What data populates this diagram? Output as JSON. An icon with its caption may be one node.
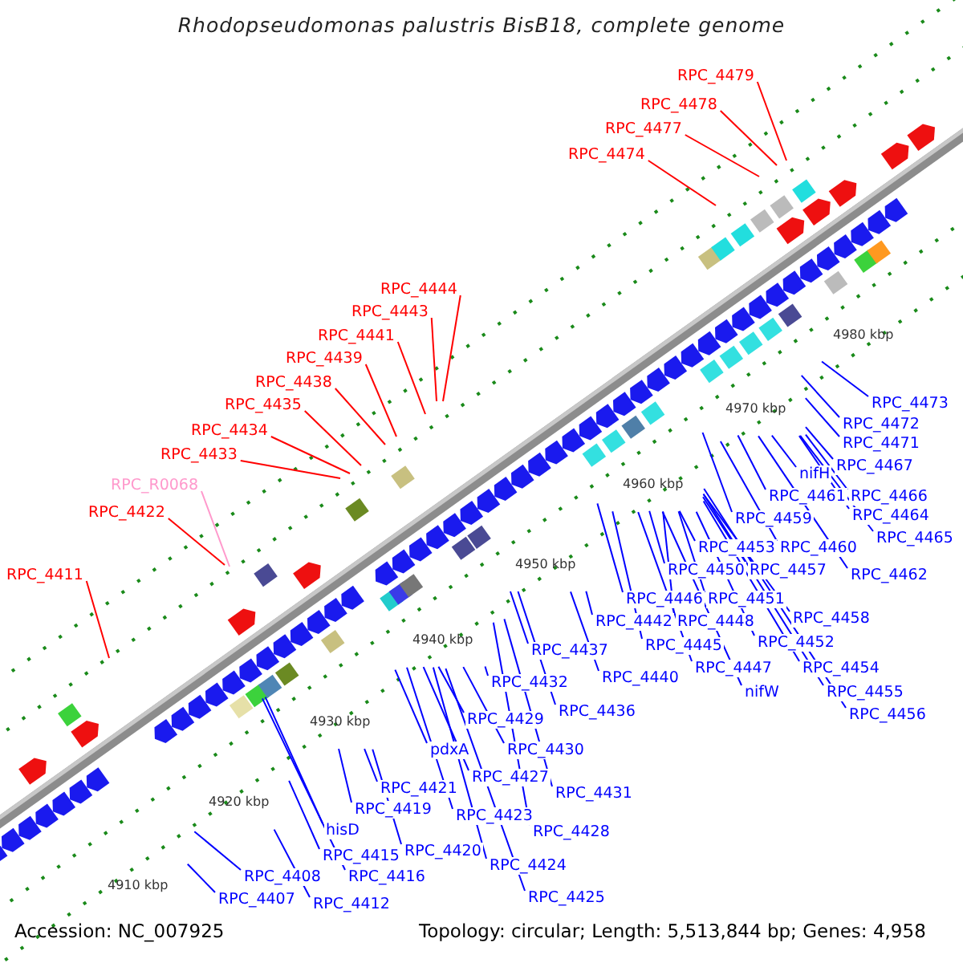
{
  "diagram": {
    "title": "Rhodopseudomonas palustris BisB18, complete genome",
    "nodes": [
      {
        "text": [
          "RPC_4479"
        ]
      },
      {
        "text": [
          "RPC_4478"
        ]
      },
      {
        "text": [
          "RPC_4477"
        ]
      },
      {
        "text": [
          "RPC_4474"
        ]
      },
      {
        "text": [
          "RPC_4444"
        ]
      },
      {
        "text": [
          "RPC_4443"
        ]
      },
      {
        "text": [
          "RPC_4441"
        ]
      },
      {
        "text": [
          "RPC_4439"
        ]
      },
      {
        "text": [
          "RPC_4438"
        ]
      },
      {
        "text": [
          "RPC_4435"
        ]
      },
      {
        "text": [
          "RPC_4434"
        ]
      },
      {
        "text": [
          "RPC_4433"
        ]
      },
      {
        "text": [
          "RPC_R0068"
        ]
      },
      {
        "text": [
          "RPC_4422"
        ]
      },
      {
        "text": [
          "RPC_4411"
        ]
      },
      {
        "text": [
          "RPC_4473"
        ]
      },
      {
        "text": [
          "RPC_4472"
        ]
      },
      {
        "text": [
          "RPC_4471"
        ]
      },
      {
        "text": [
          "RPC_4467"
        ]
      },
      {
        "text": [
          "nifH"
        ]
      },
      {
        "text": [
          "RPC_4461"
        ]
      },
      {
        "text": [
          "RPC_4466"
        ]
      },
      {
        "text": [
          "RPC_4464"
        ]
      },
      {
        "text": [
          "RPC_4459"
        ]
      },
      {
        "text": [
          "RPC_4465"
        ]
      },
      {
        "text": [
          "RPC_4453"
        ]
      },
      {
        "text": [
          "RPC_4460"
        ]
      },
      {
        "text": [
          "RPC_4450"
        ]
      },
      {
        "text": [
          "RPC_4457"
        ]
      },
      {
        "text": [
          "RPC_4462"
        ]
      },
      {
        "text": [
          "RPC_4446"
        ]
      },
      {
        "text": [
          "RPC_4451"
        ]
      },
      {
        "text": [
          "RPC_4458"
        ]
      },
      {
        "text": [
          "RPC_4442"
        ]
      },
      {
        "text": [
          "RPC_4448"
        ]
      },
      {
        "text": [
          "RPC_4452"
        ]
      },
      {
        "text": [
          "RPC_4445"
        ]
      },
      {
        "text": [
          "RPC_4437"
        ]
      },
      {
        "text": [
          "RPC_4454"
        ]
      },
      {
        "text": [
          "RPC_4447"
        ]
      },
      {
        "text": [
          "RPC_4440"
        ]
      },
      {
        "text": [
          "RPC_4432"
        ]
      },
      {
        "text": [
          "RPC_4455"
        ]
      },
      {
        "text": [
          "nifW"
        ]
      },
      {
        "text": [
          "RPC_4436"
        ]
      },
      {
        "text": [
          "RPC_4456"
        ]
      },
      {
        "text": [
          "RPC_4429"
        ]
      },
      {
        "text": [
          "RPC_4430"
        ]
      },
      {
        "text": [
          "pdxA"
        ]
      },
      {
        "text": [
          "RPC_4427"
        ]
      },
      {
        "text": [
          "RPC_4421"
        ]
      },
      {
        "text": [
          "RPC_4431"
        ]
      },
      {
        "text": [
          "RPC_4419"
        ]
      },
      {
        "text": [
          "RPC_4423"
        ]
      },
      {
        "text": [
          "hisD"
        ]
      },
      {
        "text": [
          "RPC_4428"
        ]
      },
      {
        "text": [
          "RPC_4420"
        ]
      },
      {
        "text": [
          "RPC_4415"
        ]
      },
      {
        "text": [
          "RPC_4424"
        ]
      },
      {
        "text": [
          "RPC_4416"
        ]
      },
      {
        "text": [
          "RPC_4408"
        ]
      },
      {
        "text": [
          "RPC_4425"
        ]
      },
      {
        "text": [
          "RPC_4407"
        ]
      },
      {
        "text": [
          "RPC_4412"
        ]
      }
    ],
    "edges": [
      {
        "from": 0,
        "to": null,
        "arrow": "none",
        "color": "#ff0000"
      },
      {
        "from": 1,
        "to": null,
        "arrow": "none",
        "color": "#ff0000"
      },
      {
        "from": 2,
        "to": null,
        "arrow": "none",
        "color": "#ff0000"
      },
      {
        "from": 3,
        "to": null,
        "arrow": "none",
        "color": "#ff0000"
      },
      {
        "from": 4,
        "to": null,
        "arrow": "none",
        "color": "#ff0000"
      },
      {
        "from": 5,
        "to": null,
        "arrow": "none",
        "color": "#ff0000"
      },
      {
        "from": 6,
        "to": null,
        "arrow": "none",
        "color": "#ff0000"
      },
      {
        "from": 7,
        "to": null,
        "arrow": "none",
        "color": "#ff0000"
      },
      {
        "from": 8,
        "to": null,
        "arrow": "none",
        "color": "#ff0000"
      },
      {
        "from": 9,
        "to": null,
        "arrow": "none",
        "color": "#ff0000"
      },
      {
        "from": 10,
        "to": null,
        "arrow": "none",
        "color": "#ff0000"
      },
      {
        "from": 11,
        "to": null,
        "arrow": "none",
        "color": "#ff0000"
      },
      {
        "from": 12,
        "to": null,
        "arrow": "none",
        "color": "#ff99cc"
      },
      {
        "from": 13,
        "to": null,
        "arrow": "none",
        "color": "#ff0000"
      },
      {
        "from": 14,
        "to": null,
        "arrow": "none",
        "color": "#ff0000"
      },
      {
        "from": 15,
        "to": null,
        "arrow": "none"
      },
      {
        "from": 16,
        "to": null,
        "arrow": "none"
      },
      {
        "from": 17,
        "to": null,
        "arrow": "none"
      },
      {
        "from": 18,
        "to": null,
        "arrow": "none"
      },
      {
        "from": 19,
        "to": null,
        "arrow": "none"
      },
      {
        "from": 20,
        "to": null,
        "arrow": "none"
      },
      {
        "from": 21,
        "to": null,
        "arrow": "none"
      },
      {
        "from": 22,
        "to": null,
        "arrow": "none"
      },
      {
        "from": 23,
        "to": null,
        "arrow": "none"
      },
      {
        "from": 24,
        "to": null,
        "arrow": "none"
      },
      {
        "from": 25,
        "to": null,
        "arrow": "none"
      },
      {
        "from": 26,
        "to": null,
        "arrow": "none"
      },
      {
        "from": 27,
        "to": null,
        "arrow": "none"
      },
      {
        "from": 28,
        "to": null,
        "arrow": "none"
      },
      {
        "from": 29,
        "to": null,
        "arrow": "none"
      },
      {
        "from": 30,
        "to": null,
        "arrow": "none"
      },
      {
        "from": 31,
        "to": null,
        "arrow": "none"
      },
      {
        "from": 32,
        "to": null,
        "arrow": "none"
      },
      {
        "from": 33,
        "to": null,
        "arrow": "none"
      },
      {
        "from": 34,
        "to": null,
        "arrow": "none"
      },
      {
        "from": 35,
        "to": null,
        "arrow": "none"
      },
      {
        "from": 36,
        "to": null,
        "arrow": "none"
      },
      {
        "from": 37,
        "to": null,
        "arrow": "none"
      },
      {
        "from": 38,
        "to": null,
        "arrow": "none"
      },
      {
        "from": 39,
        "to": null,
        "arrow": "none"
      },
      {
        "from": 40,
        "to": null,
        "arrow": "none"
      },
      {
        "from": 41,
        "to": null,
        "arrow": "none"
      },
      {
        "from": 42,
        "to": null,
        "arrow": "none"
      },
      {
        "from": 43,
        "to": null,
        "arrow": "none"
      },
      {
        "from": 44,
        "to": null,
        "arrow": "none"
      },
      {
        "from": 45,
        "to": null,
        "arrow": "none"
      },
      {
        "from": 46,
        "to": null,
        "arrow": "none"
      },
      {
        "from": 47,
        "to": null,
        "arrow": "none"
      },
      {
        "from": 48,
        "to": null,
        "arrow": "none"
      },
      {
        "from": 49,
        "to": null,
        "arrow": "none"
      },
      {
        "from": 50,
        "to": null,
        "arrow": "none"
      },
      {
        "from": 51,
        "to": null,
        "arrow": "none"
      },
      {
        "from": 52,
        "to": null,
        "arrow": "none"
      },
      {
        "from": 53,
        "to": null,
        "arrow": "none"
      },
      {
        "from": 54,
        "to": null,
        "arrow": "none"
      },
      {
        "from": 55,
        "to": null,
        "arrow": "none"
      },
      {
        "from": 56,
        "to": null,
        "arrow": "none"
      },
      {
        "from": 57,
        "to": null,
        "arrow": "none"
      },
      {
        "from": 58,
        "to": null,
        "arrow": "none"
      },
      {
        "from": 59,
        "to": null,
        "arrow": "none"
      },
      {
        "from": 60,
        "to": null,
        "arrow": "none"
      },
      {
        "from": 61,
        "to": null,
        "arrow": "none"
      },
      {
        "from": 62,
        "to": null,
        "arrow": "none"
      },
      {
        "from": 63,
        "to": null,
        "arrow": "none"
      }
    ],
    "labels": [
      "4980 kbp",
      "4970 kbp",
      "4960 kbp",
      "4950 kbp",
      "4940 kbp",
      "4930 kbp",
      "4920 kbp",
      "4910 kbp",
      "Accession: NC_007925",
      "Topology: circular; Length: 5,513,844 bp; Genes: 4,958"
    ]
  }
}
